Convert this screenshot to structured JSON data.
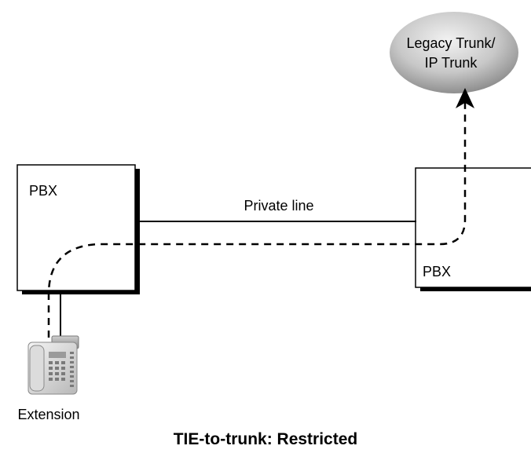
{
  "diagram": {
    "trunk_label_line1": "Legacy Trunk/",
    "trunk_label_line2": "IP Trunk",
    "pbx_left_label": "PBX",
    "pbx_right_label": "PBX",
    "private_line_label": "Private line",
    "extension_label": "Extension"
  },
  "caption": "TIE-to-trunk: Restricted"
}
